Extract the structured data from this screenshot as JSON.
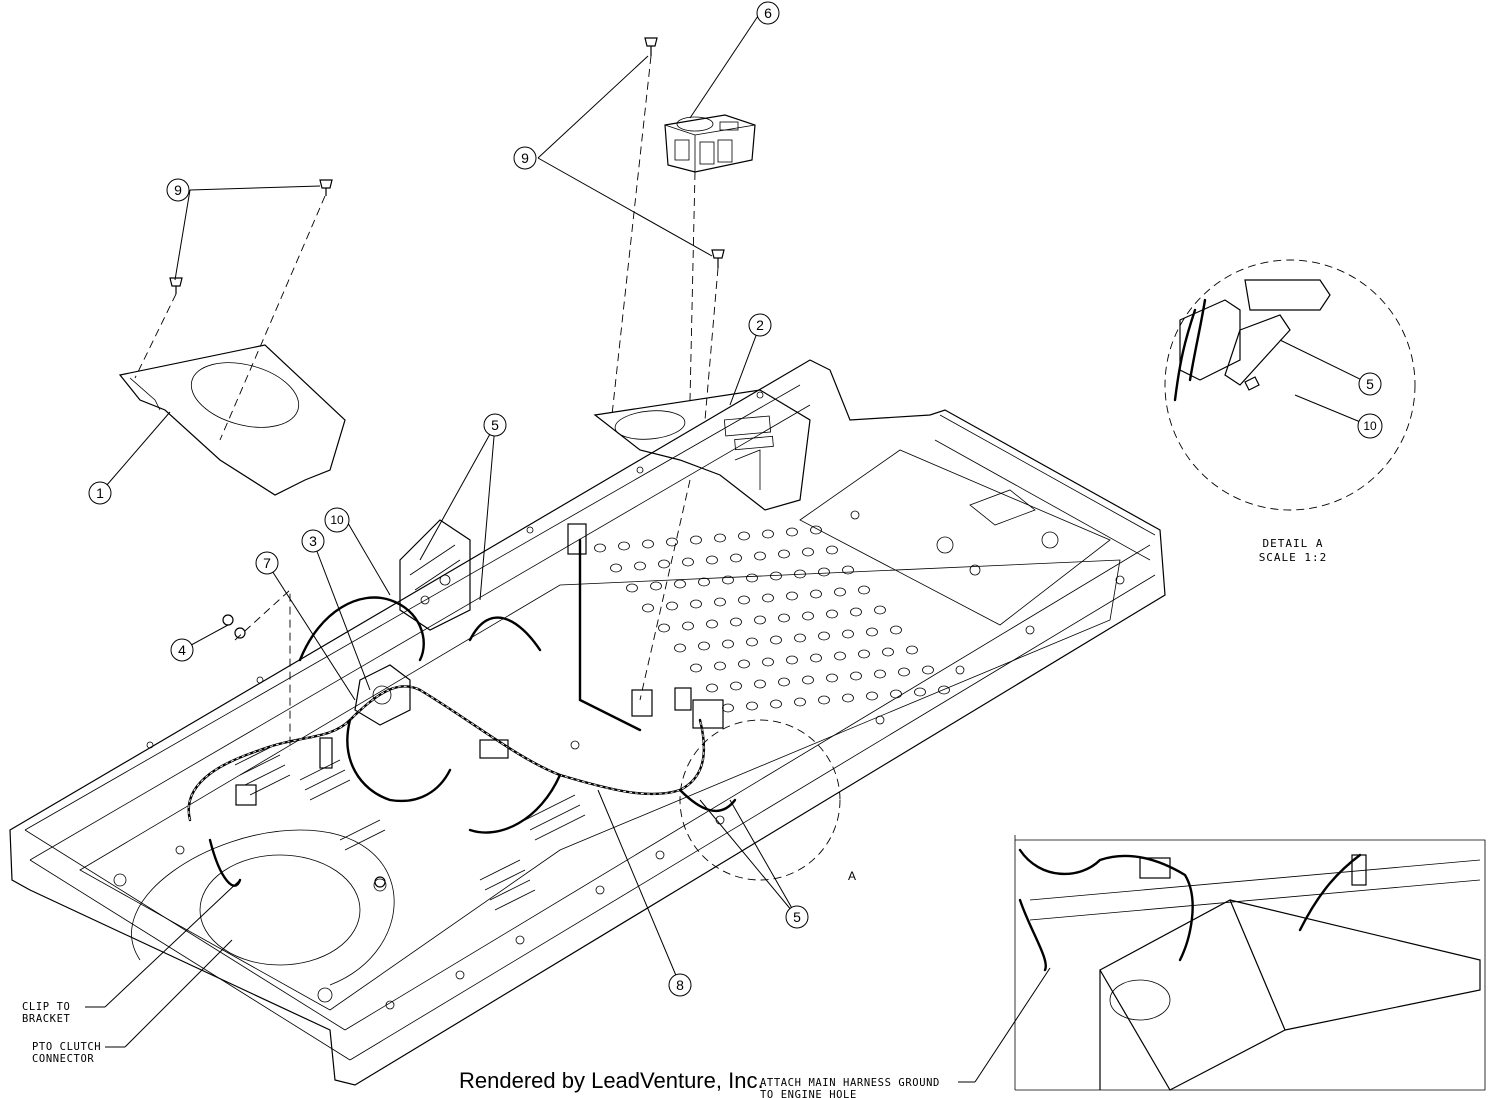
{
  "callouts": {
    "c1": "1",
    "c2": "2",
    "c3": "3",
    "c4": "4",
    "c5a": "5",
    "c5b": "5",
    "c5c": "5",
    "c6": "6",
    "c7": "7",
    "c8": "8",
    "c9a": "9",
    "c9b": "9",
    "c10a": "10",
    "c10b": "10"
  },
  "notes": {
    "clip_line1": "CLIP TO",
    "clip_line2": "BRACKET",
    "pto_line1": "PTO CLUTCH",
    "pto_line2": "CONNECTOR",
    "ground_line1": "ATTACH MAIN HARNESS GROUND",
    "ground_line2": "TO ENGINE HOLE"
  },
  "detail": {
    "title": "DETAIL A",
    "scale": "SCALE 1:2",
    "marker": "A"
  },
  "credit": "Rendered by LeadVenture, Inc."
}
